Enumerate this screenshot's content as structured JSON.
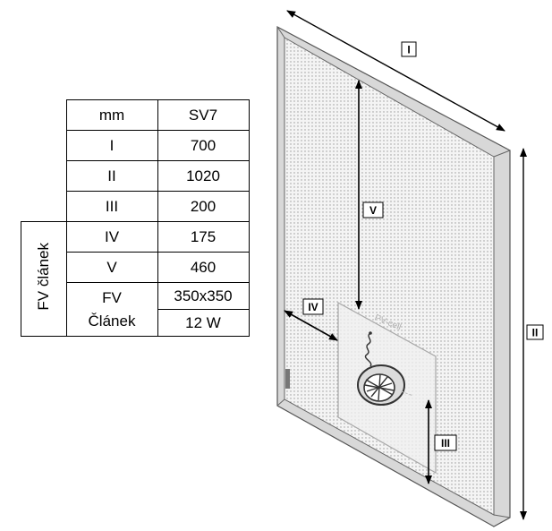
{
  "table": {
    "header": {
      "unit": "mm",
      "model": "SV7"
    },
    "rows": [
      {
        "label": "I",
        "value": "700"
      },
      {
        "label": "II",
        "value": "1020"
      },
      {
        "label": "III",
        "value": "200"
      },
      {
        "label": "IV",
        "value": "175"
      },
      {
        "label": "V",
        "value": "460"
      }
    ],
    "group_label": "FV článek",
    "fv_row": {
      "label_line1": "FV",
      "label_line2": "Článek",
      "size": "350x350",
      "power": "12 W"
    }
  },
  "diagram": {
    "dimension_labels": {
      "i": "I",
      "ii": "II",
      "iii": "III",
      "iv": "IV",
      "v": "V"
    },
    "cell_text": "PV-cell"
  }
}
